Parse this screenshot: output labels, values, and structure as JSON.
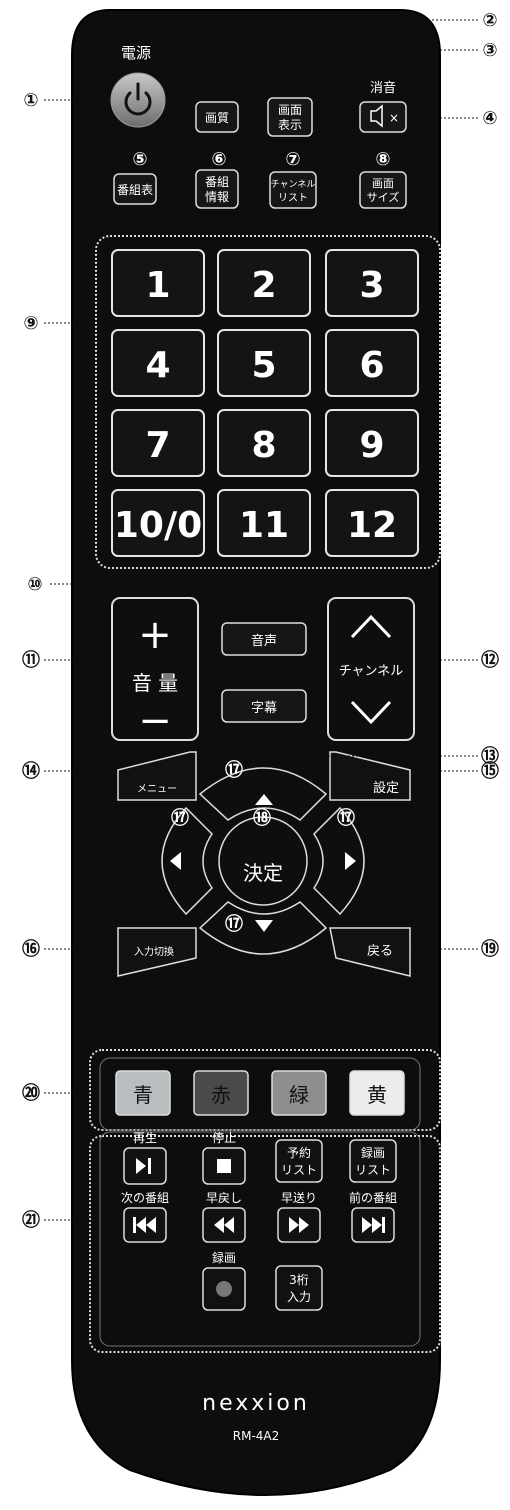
{
  "top": {
    "power_label": "電源",
    "mute_label": "消音",
    "picture_quality": "画質",
    "screen_display": [
      "画面",
      "表示"
    ],
    "program_guide": "番組表",
    "program_info": [
      "番組",
      "情報"
    ],
    "channel_list": [
      "チャンネル",
      "リスト"
    ],
    "screen_size": [
      "画面",
      "サイズ"
    ],
    "mute_icon_x": "×"
  },
  "numbers": [
    "1",
    "2",
    "3",
    "4",
    "5",
    "6",
    "7",
    "8",
    "9",
    "10/0",
    "11",
    "12"
  ],
  "mid": {
    "volume": "音 量",
    "volume_up": "+",
    "volume_down": "−",
    "audio": "音声",
    "subtitle": "字幕",
    "channel": "チャンネル",
    "menu": "メニュー",
    "settings": "設定",
    "ok": "決定",
    "input": "入力切換",
    "back": "戻る"
  },
  "color_keys": [
    {
      "label": "青",
      "color": "#b9bdbf",
      "text_color": "#111"
    },
    {
      "label": "赤",
      "color": "#4a4a4a",
      "text_color": "#111"
    },
    {
      "label": "緑",
      "color": "#8e8e8e",
      "text_color": "#111"
    },
    {
      "label": "黄",
      "color": "#ececec",
      "text_color": "#111"
    }
  ],
  "playback": {
    "play_pause": "再生",
    "stop": "停止",
    "reserve_list": [
      "予約",
      "リスト"
    ],
    "record_list": [
      "録画",
      "リスト"
    ],
    "prev_program": "次の番組",
    "rewind": "早戻し",
    "fast_forward": "早送り",
    "next_program": "前の番組",
    "record": "録画",
    "three_digit": [
      "3桁",
      "入力"
    ]
  },
  "callouts": [
    "①",
    "②",
    "③",
    "④",
    "⑤",
    "⑥",
    "⑦",
    "⑧",
    "⑨",
    "⑩",
    "⑪",
    "⑫",
    "⑬",
    "⑭",
    "⑮",
    "⑯",
    "⑰",
    "⑱",
    "⑲",
    "⑳",
    "㉑"
  ],
  "brand": "nexxion",
  "model": "RM-4A2"
}
